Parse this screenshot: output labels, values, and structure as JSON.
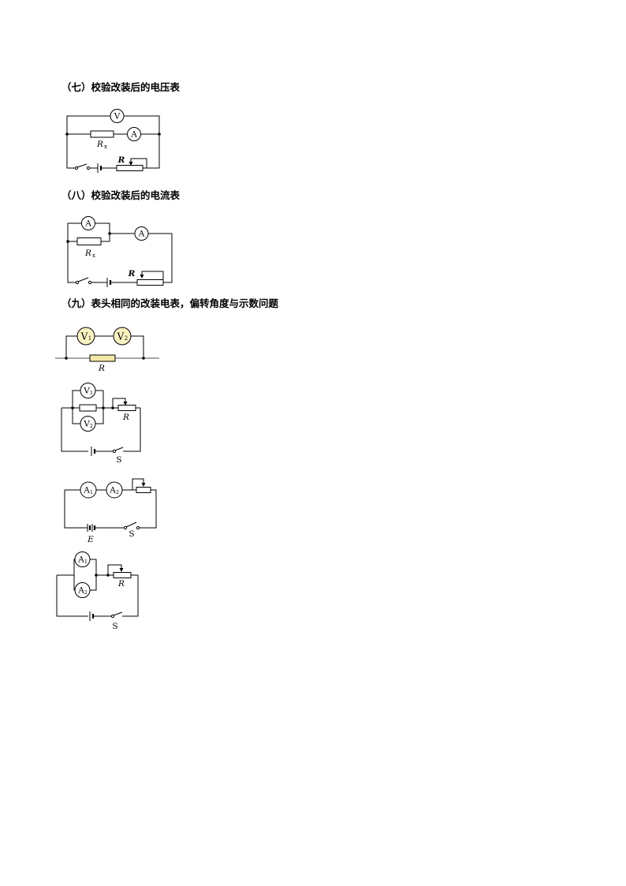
{
  "sections": [
    {
      "title": "（七）校验改装后的电压表"
    },
    {
      "title": "（八）校验改装后的电流表"
    },
    {
      "title": "（九）表头相同的改装电表，偏转角度与示数问题"
    }
  ],
  "circuit7": {
    "meter_top": "V",
    "meter_mid": "A",
    "res_label": "R",
    "res_sub": "x",
    "rheo_label": "R"
  },
  "circuit8": {
    "meter_left": "A",
    "meter_right": "A",
    "res_label": "R",
    "res_sub": "x",
    "rheo_label": "R"
  },
  "circuit9a": {
    "meter1": "V",
    "meter1_sub": "1",
    "meter2": "V",
    "meter2_sub": "2",
    "res_label": "R"
  },
  "circuit9b": {
    "meter1": "V",
    "meter1_sub": "1",
    "meter2": "V",
    "meter2_sub": "2",
    "rheo_label": "R",
    "switch_label": "S"
  },
  "circuit9c": {
    "meter1": "A",
    "meter1_sub": "1",
    "meter2": "A",
    "meter2_sub": "2",
    "emf_label": "E",
    "switch_label": "S"
  },
  "circuit9d": {
    "meter1": "A",
    "meter1_sub": "1",
    "meter2": "A",
    "meter2_sub": "2",
    "rheo_label": "R",
    "switch_label": "S"
  }
}
